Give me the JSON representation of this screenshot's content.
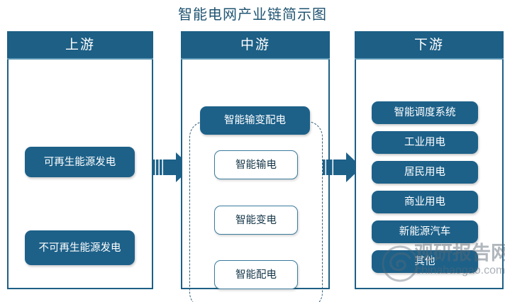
{
  "title": "智能电网产业链简示图",
  "colors": {
    "primary": "#1d5f85",
    "pill": "#1d6189",
    "pill_border": "#3b7b9c",
    "title_text": "#1f5472",
    "panel_border": "#1d5f85",
    "dashed_border": "#2e5e78",
    "arrow": "#1d6189",
    "watermark": "#5a6976"
  },
  "columns": [
    {
      "key": "upstream",
      "header": "上游",
      "items": [
        {
          "label": "可再生能源发电",
          "style": "filled"
        },
        {
          "label": "不可再生能源发电",
          "style": "filled"
        }
      ]
    },
    {
      "key": "midstream",
      "header": "中游",
      "group_label": "智能输变配电",
      "items": [
        {
          "label": "智能输电",
          "style": "outline"
        },
        {
          "label": "智能变电",
          "style": "outline"
        },
        {
          "label": "智能配电",
          "style": "outline"
        }
      ]
    },
    {
      "key": "downstream",
      "header": "下游",
      "items": [
        {
          "label": "智能调度系统",
          "style": "filled"
        },
        {
          "label": "工业用电",
          "style": "filled"
        },
        {
          "label": "居民用电",
          "style": "filled"
        },
        {
          "label": "商业用电",
          "style": "filled"
        },
        {
          "label": "新能源汽车",
          "style": "filled"
        },
        {
          "label": "其他",
          "style": "filled"
        }
      ]
    }
  ],
  "arrows": [
    {
      "name": "arrow-upstream-to-midstream",
      "direction": "right"
    },
    {
      "name": "arrow-midstream-to-downstream",
      "direction": "right"
    }
  ],
  "watermark": {
    "text": "观研报告网",
    "url": "chinabaogao.com"
  }
}
